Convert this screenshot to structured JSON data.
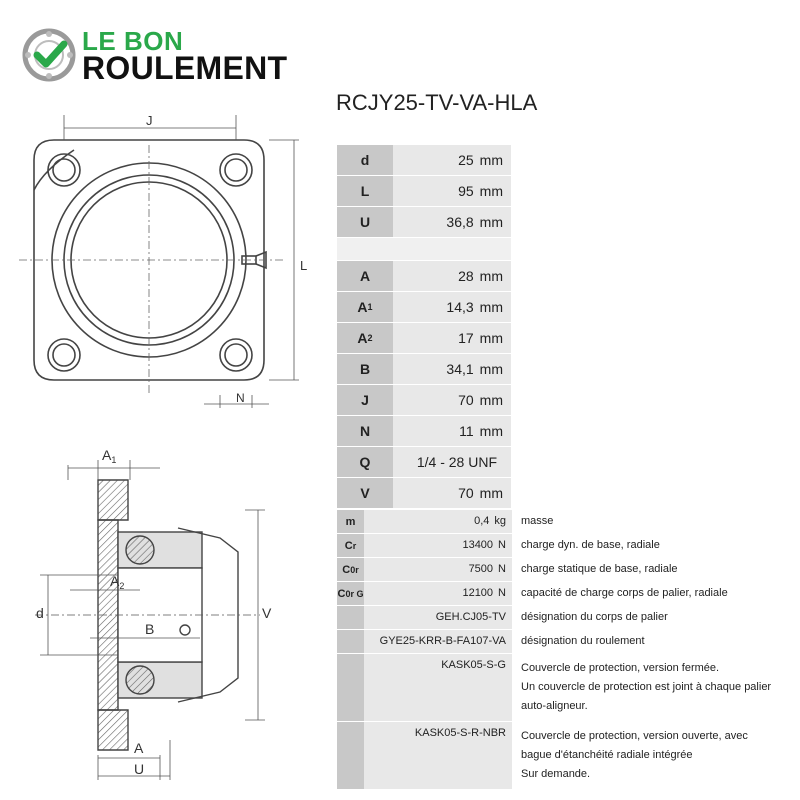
{
  "logo": {
    "line1": "LE BON",
    "line2": "ROULEMENT"
  },
  "title": "RCJY25-TV-VA-HLA",
  "drawing_labels": {
    "top": {
      "J": "J",
      "L": "L",
      "N": "N"
    },
    "side": {
      "A1": "A",
      "A1_sub": "1",
      "A2": "A",
      "A2_sub": "2",
      "B": "B",
      "d": "d",
      "V": "V",
      "A": "A",
      "U": "U"
    }
  },
  "dimensions": [
    {
      "sym": "d",
      "sub": "",
      "value": "25",
      "unit": "mm"
    },
    {
      "sym": "L",
      "sub": "",
      "value": "95",
      "unit": "mm"
    },
    {
      "sym": "U",
      "sub": "",
      "value": "36,8",
      "unit": "mm"
    },
    {
      "sym": "A",
      "sub": "",
      "value": "28",
      "unit": "mm"
    },
    {
      "sym": "A",
      "sub": "1",
      "value": "14,3",
      "unit": "mm"
    },
    {
      "sym": "A",
      "sub": "2",
      "value": "17",
      "unit": "mm"
    },
    {
      "sym": "B",
      "sub": "",
      "value": "34,1",
      "unit": "mm"
    },
    {
      "sym": "J",
      "sub": "",
      "value": "70",
      "unit": "mm"
    },
    {
      "sym": "N",
      "sub": "",
      "value": "11",
      "unit": "mm"
    },
    {
      "sym": "Q",
      "sub": "",
      "value": "1/4 - 28 UNF",
      "unit": ""
    },
    {
      "sym": "V",
      "sub": "",
      "value": "70",
      "unit": "mm"
    }
  ],
  "properties": [
    {
      "sym": "m",
      "sub": "",
      "value": "0,4",
      "unit": "kg",
      "desc": [
        "masse"
      ]
    },
    {
      "sym": "C",
      "sub": "r",
      "value": "13400",
      "unit": "N",
      "desc": [
        "charge dyn. de base, radiale"
      ]
    },
    {
      "sym": "C",
      "sub": "0r",
      "value": "7500",
      "unit": "N",
      "desc": [
        "charge statique de base, radiale"
      ]
    },
    {
      "sym": "C",
      "sub": "0r G",
      "value": "12100",
      "unit": "N",
      "desc": [
        "capacité de charge corps de palier, radiale"
      ]
    },
    {
      "sym": "",
      "sub": "",
      "value": "GEH.CJ05-TV",
      "unit": "",
      "desc": [
        "désignation du corps de palier"
      ]
    },
    {
      "sym": "",
      "sub": "",
      "value": "GYE25-KRR-B-FA107-VA",
      "unit": "",
      "desc": [
        "désignation du roulement"
      ]
    },
    {
      "sym": "",
      "sub": "",
      "value": "KASK05-S-G",
      "unit": "",
      "desc": [
        "Couvercle de protection, version fermée.",
        "Un couvercle de protection est joint à chaque palier",
        "auto-aligneur."
      ]
    },
    {
      "sym": "",
      "sub": "",
      "value": "KASK05-S-R-NBR",
      "unit": "",
      "desc": [
        "Couvercle de protection, version ouverte, avec",
        "bague d'étanchéité radiale intégrée",
        "Sur demande."
      ]
    }
  ]
}
